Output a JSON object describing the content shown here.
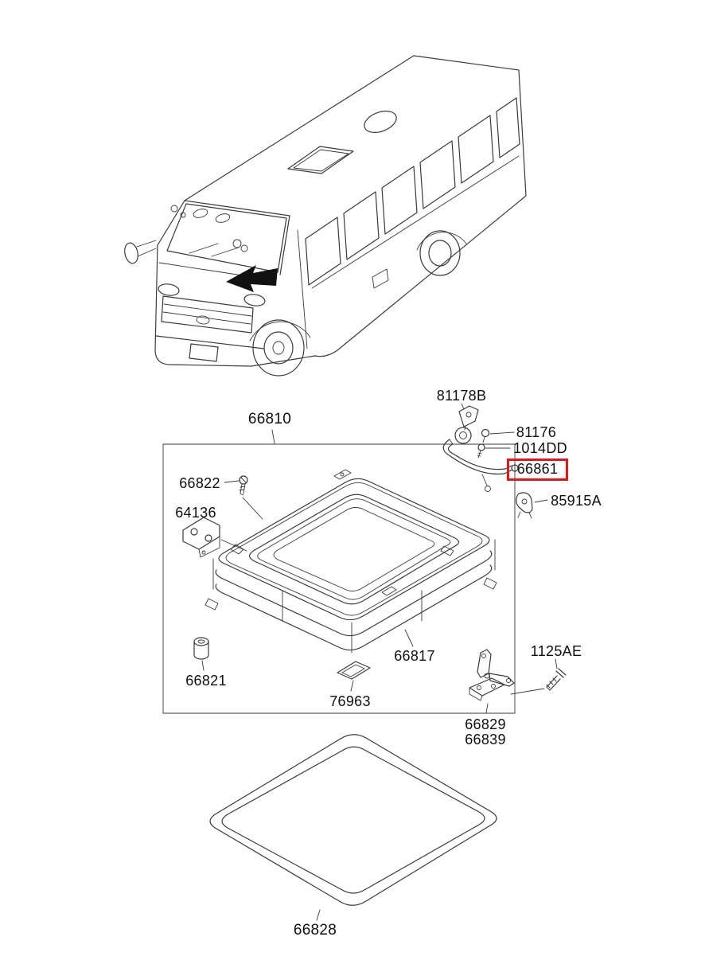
{
  "page": {
    "background": "#ffffff",
    "line_color": "#3a3a3a",
    "highlight_color": "#e81515"
  },
  "parts": {
    "p66810": {
      "label": "66810",
      "highlighted": false
    },
    "p66822": {
      "label": "66822",
      "highlighted": false
    },
    "p64136": {
      "label": "64136",
      "highlighted": false
    },
    "p66821": {
      "label": "66821",
      "highlighted": false
    },
    "p76963": {
      "label": "76963",
      "highlighted": false
    },
    "p66817": {
      "label": "66817",
      "highlighted": false
    },
    "p81178B": {
      "label": "81178B",
      "highlighted": false
    },
    "p81176": {
      "label": "81176",
      "highlighted": false
    },
    "p1014DD": {
      "label": "1014DD",
      "highlighted": false
    },
    "p66861": {
      "label": "66861",
      "highlighted": true
    },
    "p85915A": {
      "label": "85915A",
      "highlighted": false
    },
    "p1125AE": {
      "label": "1125AE",
      "highlighted": false
    },
    "p66829": {
      "label": "66829",
      "highlighted": false
    },
    "p66839": {
      "label": "66839",
      "highlighted": false
    },
    "p66828": {
      "label": "66828",
      "highlighted": false
    }
  }
}
